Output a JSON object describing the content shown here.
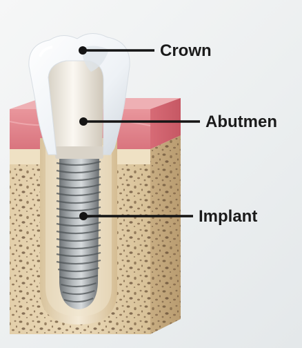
{
  "labels": {
    "crown": "Crown",
    "abutment": "Abutmen",
    "implant": "Implant"
  },
  "colors": {
    "gum": "#e48a91",
    "bone": "#d9c39f",
    "bone_speckle": "#6b5238",
    "crown": "#f5f8fb",
    "abutment": "#efeae2",
    "implant": "#8f9598",
    "callout_line": "#141414"
  }
}
